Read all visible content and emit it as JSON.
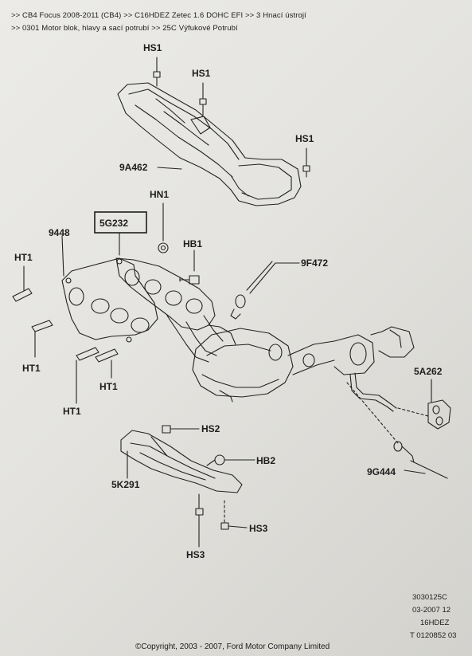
{
  "breadcrumb": {
    "line1": ">> CB4 Focus 2008-2011 (CB4)  >> C16HDEZ Zetec 1.6 DOHC EFI >> 3 Hnací ústrojí",
    "line2": ">> 0301 Motor blok, hlavy a sací potrubí >> 25C Výfukové Potrubí"
  },
  "labels": {
    "hs1_a": "HS1",
    "hs1_b": "HS1",
    "hs1_c": "HS1",
    "part_9a462": "9A462",
    "hn1": "HN1",
    "part_5g232": "5G232",
    "part_9448": "9448",
    "hb1": "HB1",
    "part_9f472": "9F472",
    "ht1_a": "HT1",
    "ht1_b": "HT1",
    "ht1_c": "HT1",
    "ht1_d": "HT1",
    "part_5a262": "5A262",
    "hs2": "HS2",
    "hb2": "HB2",
    "part_5k291": "5K291",
    "part_9g444": "9G444",
    "hs3_a": "HS3",
    "hs3_b": "HS3"
  },
  "reference": {
    "code": "3030125C",
    "date": "03-2007 12",
    "engine": "16HDEZ",
    "tnum": "T 0120852 03"
  },
  "copyright": "©Copyright, 2003 - 2007, Ford Motor Company Limited"
}
